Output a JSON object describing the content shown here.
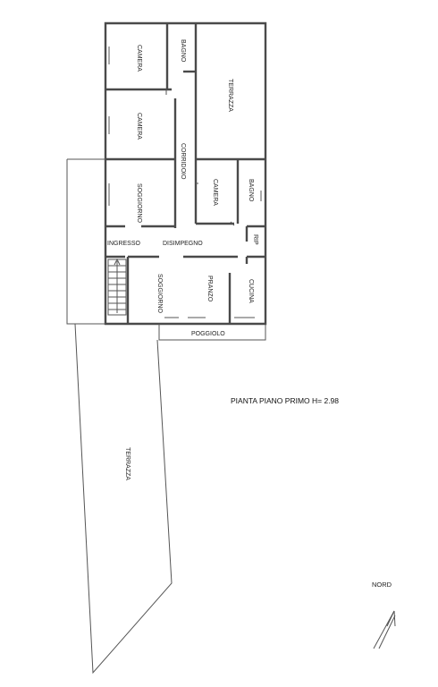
{
  "rooms": {
    "camera_top": "CAMERA",
    "bagno_top": "BAGNO",
    "terrazza_top": "TERRAZZA",
    "camera_mid": "CAMERA",
    "corridoio": "CORRIDOIO",
    "soggiorno_left": "SOGGIORNO",
    "camera_right": "CAMERA",
    "bagno_right": "BAGNO",
    "ingresso": "INGRESSO",
    "disimpegno": "DISIMPEGNO",
    "rip": "RIP",
    "soggiorno_bottom": "SOGGIORNO",
    "pranzo": "PRANZO",
    "cucina": "CUCINA",
    "poggiolo": "POGGIOLO",
    "terrazza_big": "TERRAZZA"
  },
  "plan_title": "PIANTA PIANO PRIMO H= 2.98",
  "north_label": "NORD",
  "colors": {
    "wall": "#4a4a4a",
    "text": "#222222",
    "background": "#ffffff"
  }
}
